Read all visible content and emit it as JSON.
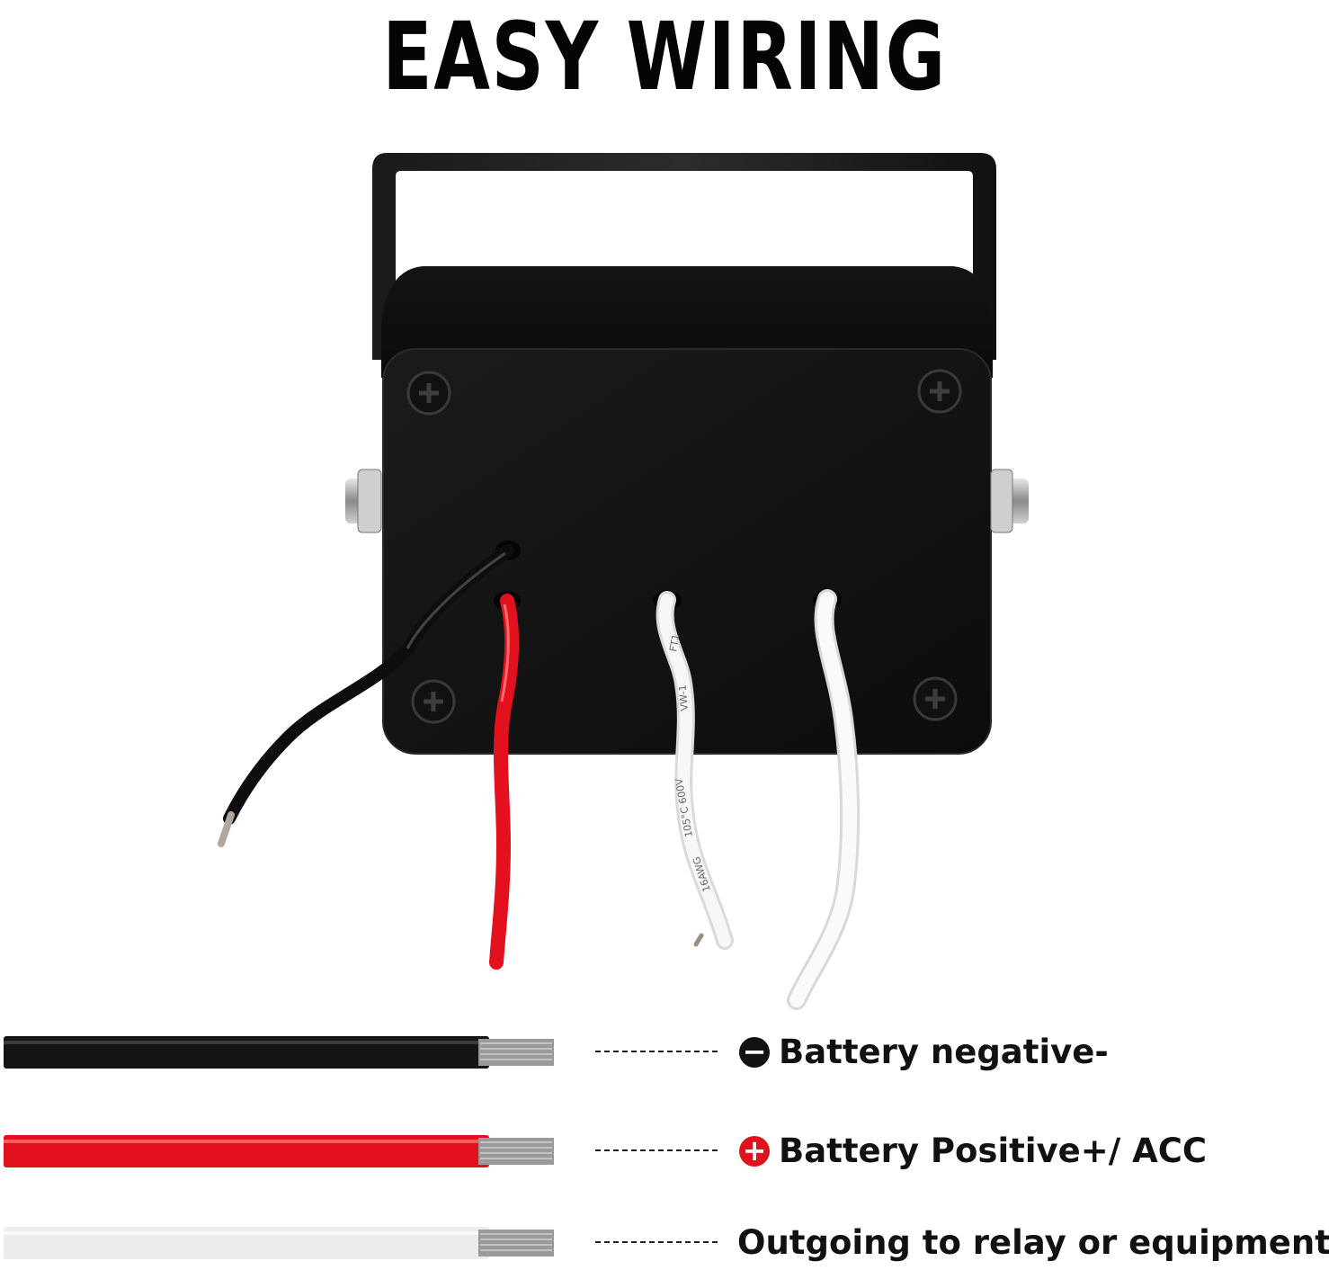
{
  "title": "EASY WIRING",
  "colors": {
    "black_wire": "#151515",
    "red_wire": "#e3101d",
    "white_wire": "#ececec",
    "copper_strands": "#9a9a9a",
    "negative_icon": "#111111",
    "positive_icon": "#e0121f"
  },
  "wire_printing": [
    "105°C 600V",
    "VW-1",
    "16AWG",
    "FT1"
  ],
  "legend": [
    {
      "wire": "black",
      "icon": "minus-circle-icon",
      "label": "Battery negative-"
    },
    {
      "wire": "red",
      "icon": "plus-circle-icon",
      "label": "Battery Positive+/ ACC"
    },
    {
      "wire": "white",
      "icon": "",
      "label": "Outgoing to relay or equipments"
    }
  ]
}
